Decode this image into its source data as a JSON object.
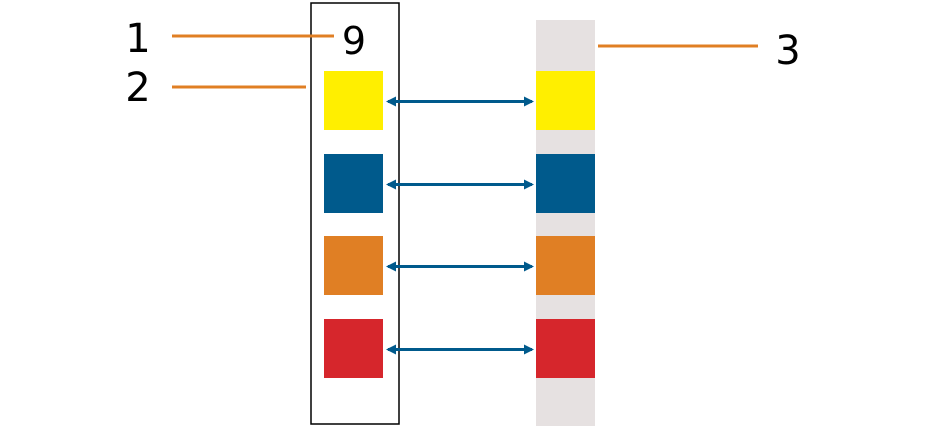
{
  "callouts": [
    {
      "label": "1"
    },
    {
      "label": "2"
    },
    {
      "label": "3"
    }
  ],
  "test_strip": {
    "number": "9",
    "pad_colors": [
      "#ffef00",
      "#005a8c",
      "#e07f24",
      "#d6262c"
    ]
  },
  "reference_chart": {
    "background": "#e6e1e1",
    "pad_colors": [
      "#ffef00",
      "#005a8c",
      "#e07f24",
      "#d6262c"
    ]
  },
  "colors": {
    "leader_line": "#e07f24",
    "arrow": "#005a8c",
    "strip_border": "#000000",
    "label_text": "#000000"
  }
}
